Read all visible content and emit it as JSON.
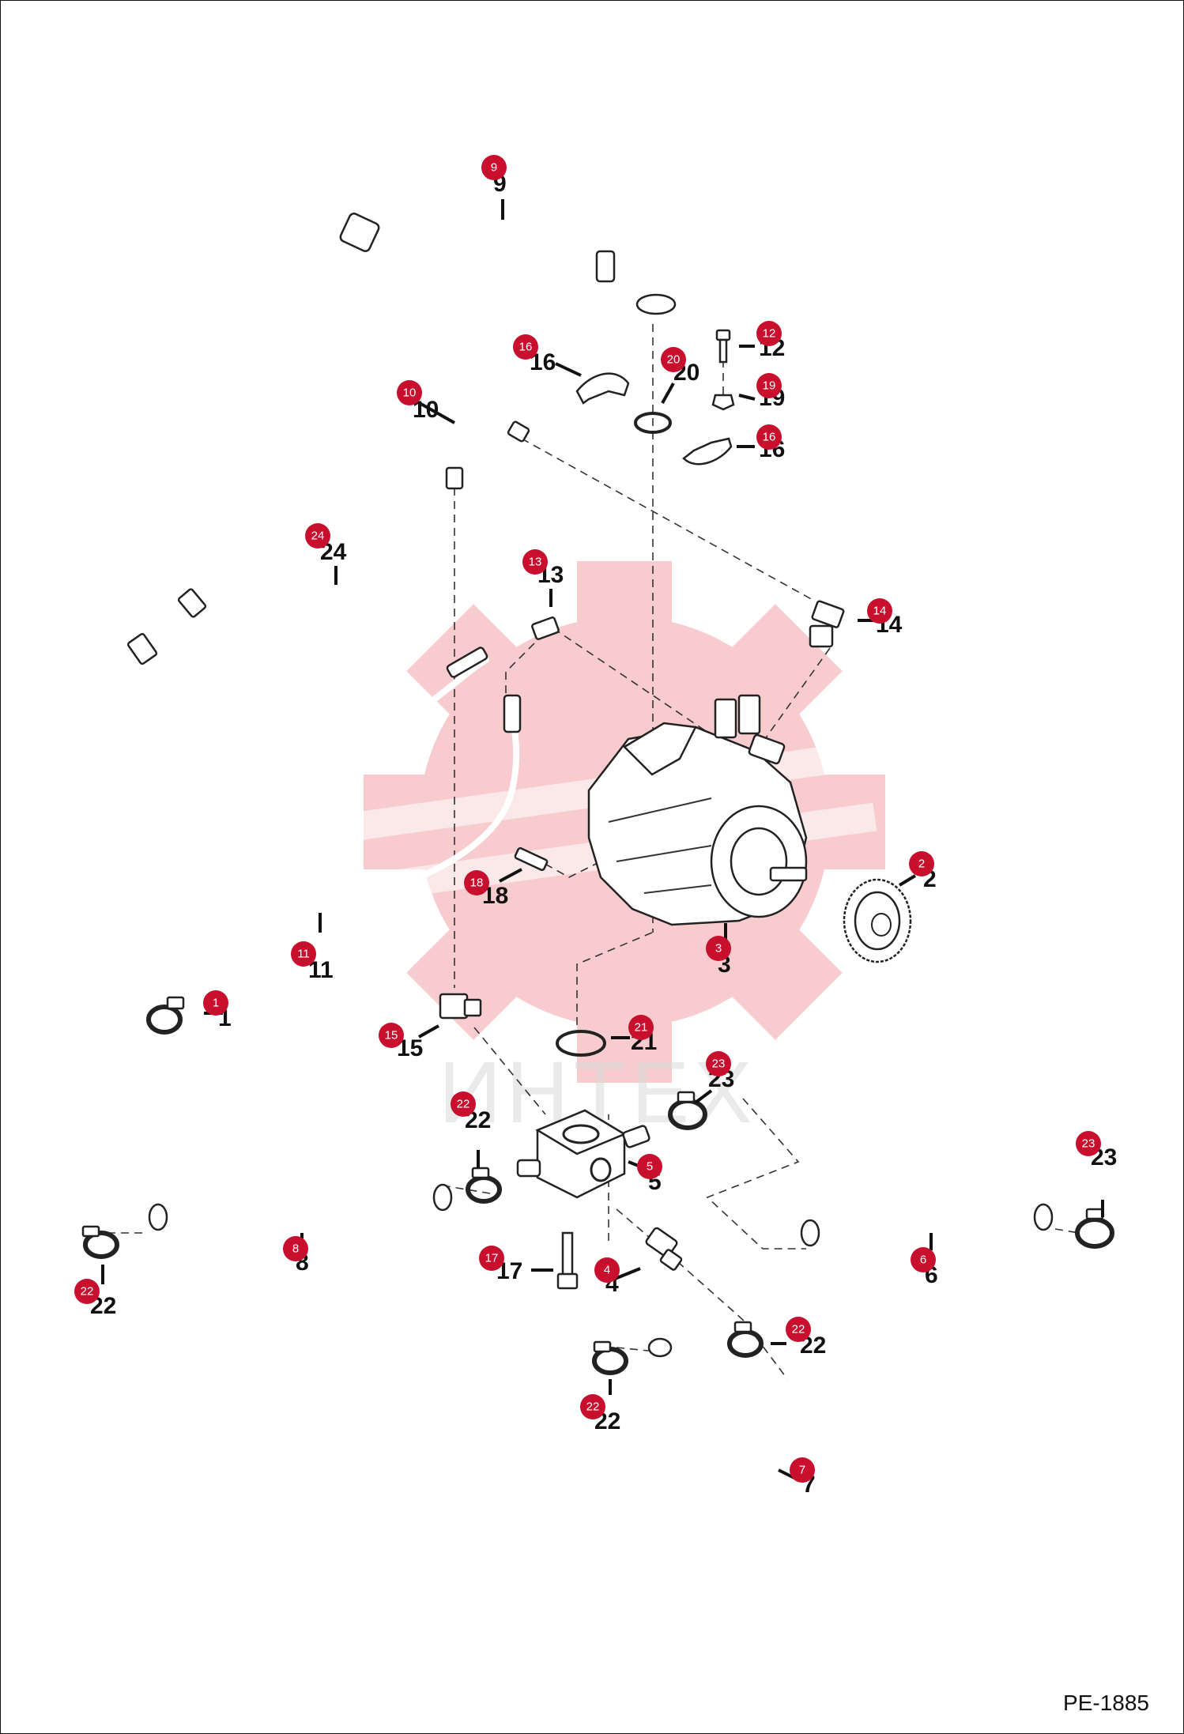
{
  "document_code": "PE-1885",
  "watermark": {
    "text": "ИНТЕХ",
    "color": "#e31e24"
  },
  "accent_color": "#c8102e",
  "callouts": [
    {
      "n": "1",
      "label": "1"
    },
    {
      "n": "2",
      "label": "2"
    },
    {
      "n": "3",
      "label": "3"
    },
    {
      "n": "4",
      "label": "4"
    },
    {
      "n": "5",
      "label": "5"
    },
    {
      "n": "6",
      "label": "6"
    },
    {
      "n": "7",
      "label": "7"
    },
    {
      "n": "8",
      "label": "8"
    },
    {
      "n": "9",
      "label": "9"
    },
    {
      "n": "10",
      "label": "10"
    },
    {
      "n": "11",
      "label": "11"
    },
    {
      "n": "12",
      "label": "12"
    },
    {
      "n": "13",
      "label": "13"
    },
    {
      "n": "14",
      "label": "14"
    },
    {
      "n": "15",
      "label": "15"
    },
    {
      "n": "16",
      "label": "16"
    },
    {
      "n": "16",
      "label": "16"
    },
    {
      "n": "17",
      "label": "17"
    },
    {
      "n": "18",
      "label": "18"
    },
    {
      "n": "19",
      "label": "19"
    },
    {
      "n": "20",
      "label": "20"
    },
    {
      "n": "21",
      "label": "21"
    },
    {
      "n": "22",
      "label": "22"
    },
    {
      "n": "22",
      "label": "22"
    },
    {
      "n": "22",
      "label": "22"
    },
    {
      "n": "22",
      "label": "22"
    },
    {
      "n": "23",
      "label": "23"
    },
    {
      "n": "23",
      "label": "23"
    },
    {
      "n": "24",
      "label": "24"
    }
  ]
}
